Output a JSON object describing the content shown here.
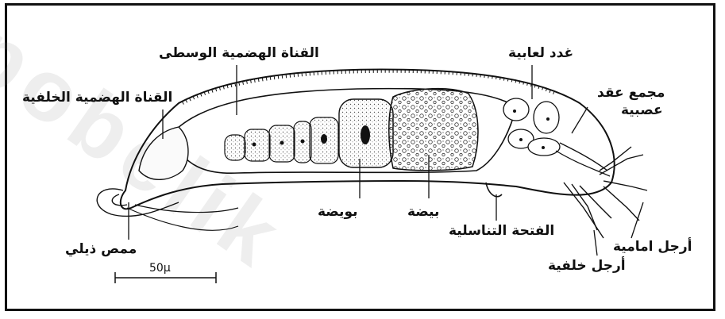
{
  "labels": {
    "midgut": "القناة الهضمية الوسطى",
    "hindgut": "القناة الهضمية الخلفية",
    "salivary_glands": "غدد لعابية",
    "nerve_ganglia_line1": "مجمع عقد",
    "nerve_ganglia_line2": "عصبية",
    "oocyte": "بويضة",
    "egg": "بيضة",
    "genital_opening": "الفتحة التناسلية",
    "caudal_sucker": "ممص ذيلي",
    "front_legs": "أرجل امامية",
    "hind_legs": "أرجل خلفية"
  },
  "scale": {
    "label": "50μ"
  },
  "watermark": "pobelik"
}
